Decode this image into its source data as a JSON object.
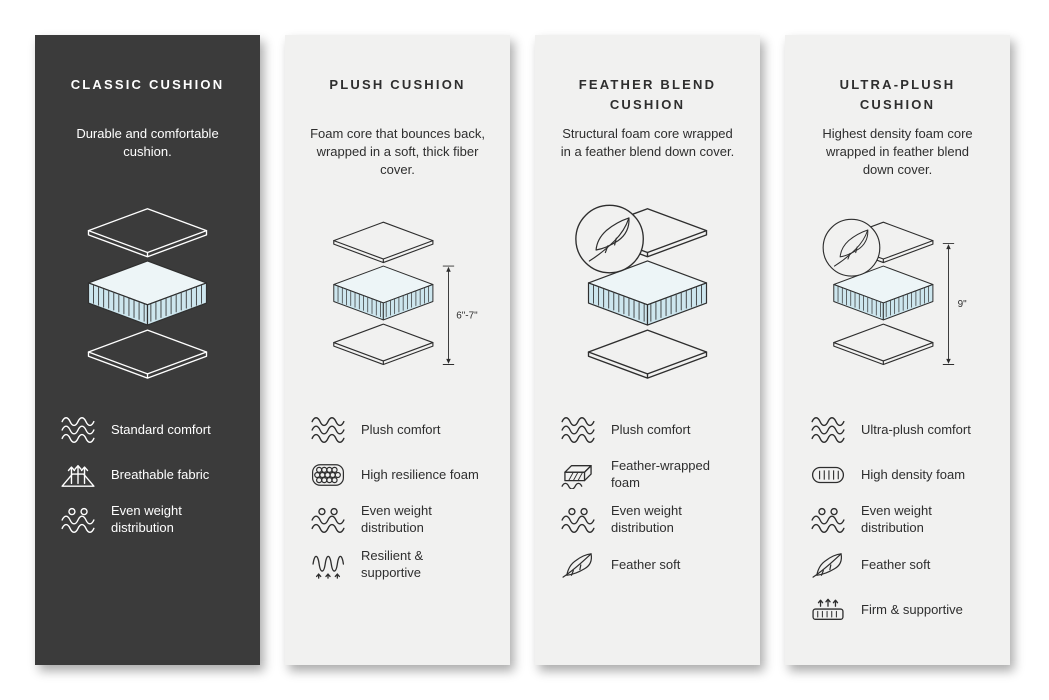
{
  "page": {
    "background": "#ffffff"
  },
  "colors": {
    "dark_card_bg": "#3b3b3b",
    "light_card_bg": "#f1f1f0",
    "ink_dark": "#2e2e2e",
    "ink_light": "#ffffff",
    "foam_top": "#edf5f7",
    "foam_side": "#cde6ee"
  },
  "cards": [
    {
      "title": "CLASSIC CUSHION",
      "description": "Durable and comfortable cushion.",
      "theme": "dark",
      "feather_badge": false,
      "features": [
        {
          "icon": "waves-icon",
          "label": "Standard comfort"
        },
        {
          "icon": "breathable-fabric-icon",
          "label": "Breathable fabric"
        },
        {
          "icon": "even-weight-icon",
          "label": "Even weight distribution"
        }
      ]
    },
    {
      "title": "PLUSH CUSHION",
      "description": "Foam core that bounces back, wrapped in a soft, thick fiber cover.",
      "theme": "light",
      "measurement": "6\"-7\"",
      "feather_badge": false,
      "features": [
        {
          "icon": "waves-icon",
          "label": "Plush comfort"
        },
        {
          "icon": "foam-bubbles-icon",
          "label": "High resilience foam"
        },
        {
          "icon": "even-weight-icon",
          "label": "Even weight distribution"
        },
        {
          "icon": "spring-icon",
          "label": "Resilient & supportive"
        }
      ]
    },
    {
      "title": "FEATHER BLEND CUSHION",
      "description": "Structural foam core wrapped in a feather blend down cover.",
      "theme": "light",
      "feather_badge": true,
      "features": [
        {
          "icon": "waves-icon",
          "label": "Plush comfort"
        },
        {
          "icon": "wrapped-foam-icon",
          "label": "Feather-wrapped foam"
        },
        {
          "icon": "even-weight-icon",
          "label": "Even weight distribution"
        },
        {
          "icon": "feather-icon",
          "label": "Feather soft"
        }
      ]
    },
    {
      "title": "ULTRA-PLUSH CUSHION",
      "description": "Highest density foam core wrapped in feather blend down cover.",
      "theme": "light",
      "measurement": "9\"",
      "feather_badge": true,
      "features": [
        {
          "icon": "waves-icon",
          "label": "Ultra-plush comfort"
        },
        {
          "icon": "density-foam-icon",
          "label": "High density foam"
        },
        {
          "icon": "even-weight-icon",
          "label": "Even weight distribution"
        },
        {
          "icon": "feather-icon",
          "label": "Feather soft"
        },
        {
          "icon": "firm-support-icon",
          "label": "Firm & supportive"
        }
      ]
    }
  ]
}
